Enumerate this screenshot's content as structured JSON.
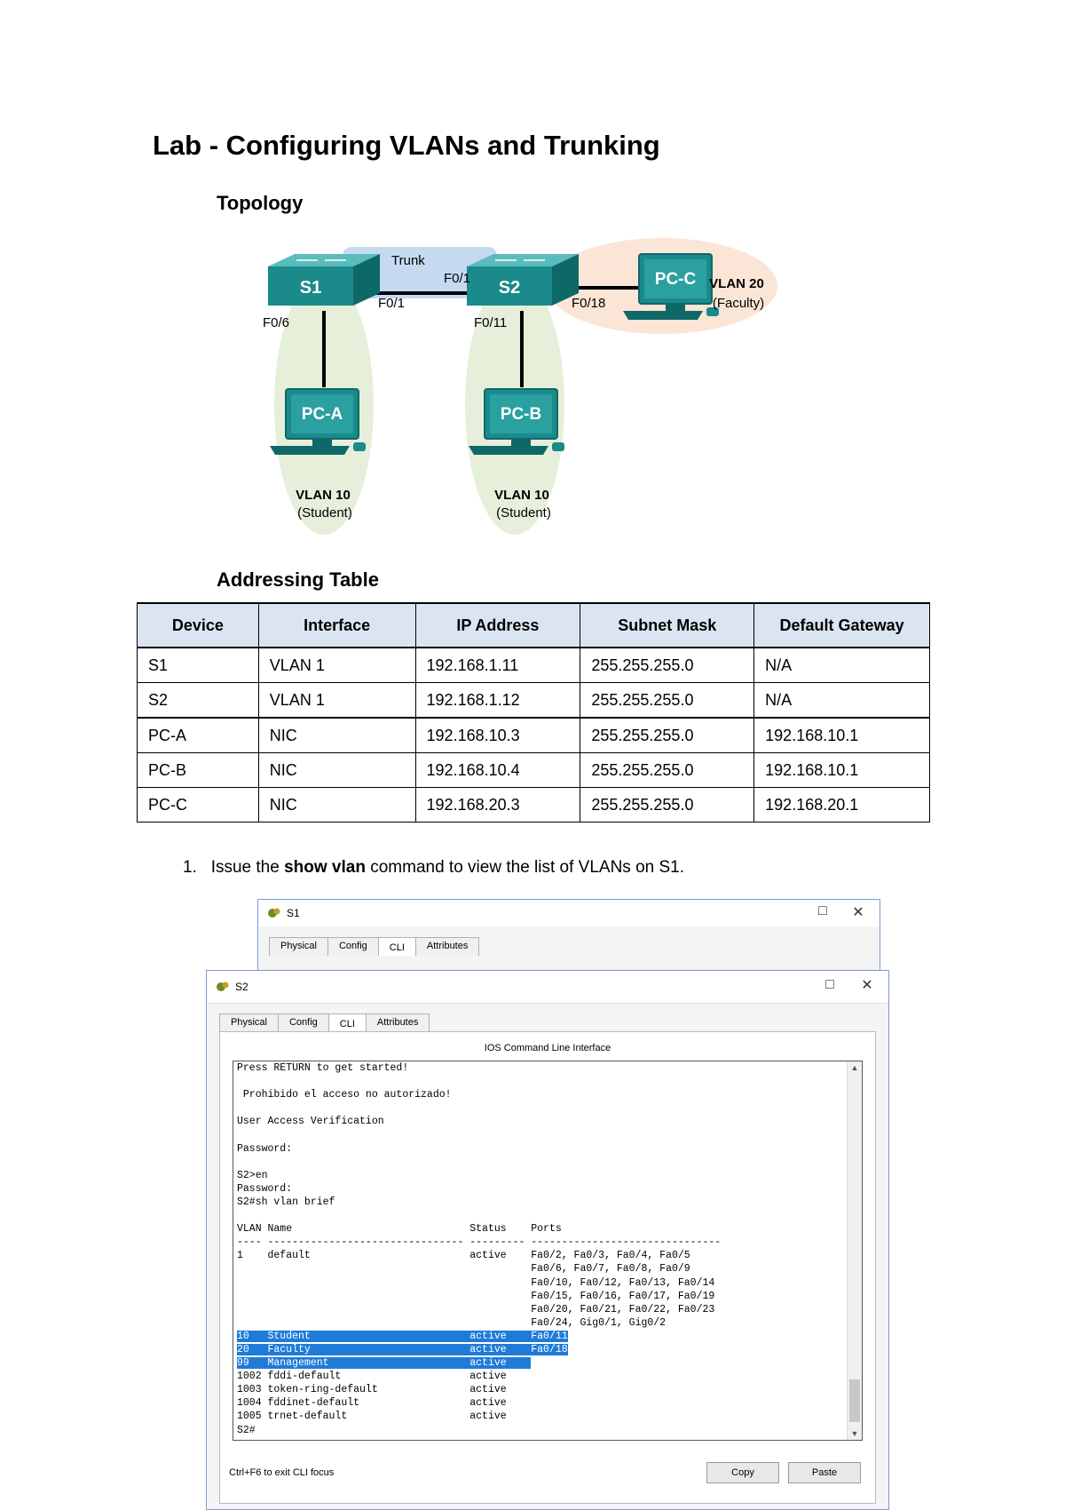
{
  "title": "Lab - Configuring VLANs and Trunking",
  "topology_heading": "Topology",
  "topology": {
    "trunk_label": "Trunk",
    "devices": {
      "s1": "S1",
      "s2": "S2",
      "pc_a": "PC-A",
      "pc_b": "PC-B",
      "pc_c": "PC-C"
    },
    "ports": {
      "s2_f01": "F0/1",
      "s1_f01": "F0/1",
      "s1_f06": "F0/6",
      "s2_f011": "F0/11",
      "s2_f018": "F0/18"
    },
    "vlans": {
      "a_name": "VLAN 10",
      "a_desc": "(Student)",
      "b_name": "VLAN 10",
      "b_desc": "(Student)",
      "c_name": "VLAN 20",
      "c_desc": "(Faculty)"
    },
    "colors": {
      "switch": "#1a8a8a",
      "trunk_zone": "#c5d9f1",
      "student_zone": "#e6efda",
      "faculty_zone": "#fbe5d6"
    }
  },
  "addressing_heading": "Addressing Table",
  "addressing_table": {
    "headers": [
      "Device",
      "Interface",
      "IP Address",
      "Subnet Mask",
      "Default Gateway"
    ],
    "rows": [
      [
        "S1",
        "VLAN 1",
        "192.168.1.11",
        "255.255.255.0",
        "N/A"
      ],
      [
        "S2",
        "VLAN 1",
        "192.168.1.12",
        "255.255.255.0",
        "N/A"
      ],
      [
        "PC-A",
        "NIC",
        "192.168.10.3",
        "255.255.255.0",
        "192.168.10.1"
      ],
      [
        "PC-B",
        "NIC",
        "192.168.10.4",
        "255.255.255.0",
        "192.168.10.1"
      ],
      [
        "PC-C",
        "NIC",
        "192.168.20.3",
        "255.255.255.0",
        "192.168.20.1"
      ]
    ]
  },
  "step": {
    "number": "1.",
    "pre": "Issue the ",
    "command": "show vlan",
    "post": " command to view the list of VLANs on S1."
  },
  "window_s1": {
    "title": "S1",
    "tabs": [
      "Physical",
      "Config",
      "CLI",
      "Attributes"
    ]
  },
  "window_s2": {
    "title": "S2",
    "tabs": [
      "Physical",
      "Config",
      "CLI",
      "Attributes"
    ],
    "panel_caption": "IOS Command Line Interface",
    "terminal_lines": [
      "Press RETURN to get started!",
      "",
      " Prohibido el acceso no autorizado!",
      "",
      "User Access Verification",
      "",
      "Password:",
      "",
      "S2>en",
      "Password:",
      "S2#sh vlan brief",
      "",
      "VLAN Name                             Status    Ports",
      "---- -------------------------------- --------- -------------------------------",
      "1    default                          active    Fa0/2, Fa0/3, Fa0/4, Fa0/5",
      "                                                Fa0/6, Fa0/7, Fa0/8, Fa0/9",
      "                                                Fa0/10, Fa0/12, Fa0/13, Fa0/14",
      "                                                Fa0/15, Fa0/16, Fa0/17, Fa0/19",
      "                                                Fa0/20, Fa0/21, Fa0/22, Fa0/23",
      "                                                Fa0/24, Gig0/1, Gig0/2"
    ],
    "highlight_lines": [
      {
        "left": "10   Student                          active    ",
        "right": "Fa0/11"
      },
      {
        "left": "20   Faculty                          active    ",
        "right": "Fa0/18"
      },
      {
        "left": "99   Management                       active    ",
        "right": ""
      }
    ],
    "tail_lines": [
      "1002 fddi-default                     active",
      "1003 token-ring-default               active",
      "1004 fddinet-default                  active",
      "1005 trnet-default                    active",
      "S2#"
    ],
    "hint": "Ctrl+F6 to exit CLI focus",
    "copy_label": "Copy",
    "paste_label": "Paste"
  }
}
